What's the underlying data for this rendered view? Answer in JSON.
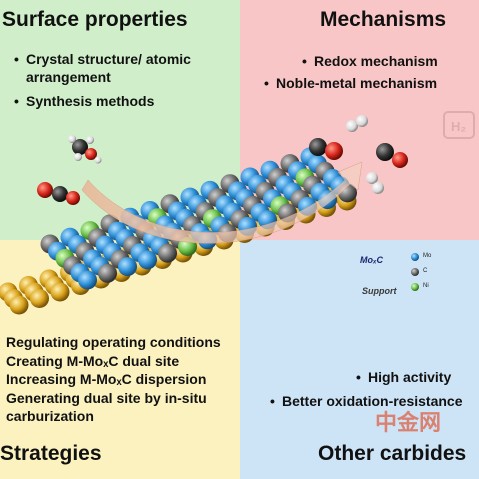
{
  "surface_properties": {
    "title": "Surface properties",
    "items": [
      "Crystal structure/ atomic arrangement",
      "Synthesis methods"
    ]
  },
  "mechanisms": {
    "title": "Mechanisms",
    "items": [
      "Redox mechanism",
      "Noble-metal mechanism"
    ]
  },
  "strategies": {
    "title": "Strategies",
    "items": [
      "Regulating operating conditions",
      "Creating M-MoₓC dual site",
      "Increasing M-MoₓC dispersion",
      "Generating dual site by in-situ carburization"
    ]
  },
  "other_carbides": {
    "title": "Other carbides",
    "items": [
      "High activity",
      "Better oxidation-resistance"
    ]
  },
  "catalyst": {
    "active_phase_label": "MoₓC",
    "support_label": "Support",
    "legend": [
      "Mo",
      "C",
      "Ni"
    ],
    "h2_label": "H₂"
  },
  "watermark": "中金网",
  "colors": {
    "surface_bg": "#cfeec9",
    "mechanisms_bg": "#f8c6c6",
    "strategies_bg": "#fbf2c0",
    "carbides_bg": "#cde3f6",
    "mo_atom": "#2f8fd8",
    "c_atom": "#6b6b6b",
    "ni_atom": "#6cc04a",
    "support_atom": "#d9a21a"
  }
}
